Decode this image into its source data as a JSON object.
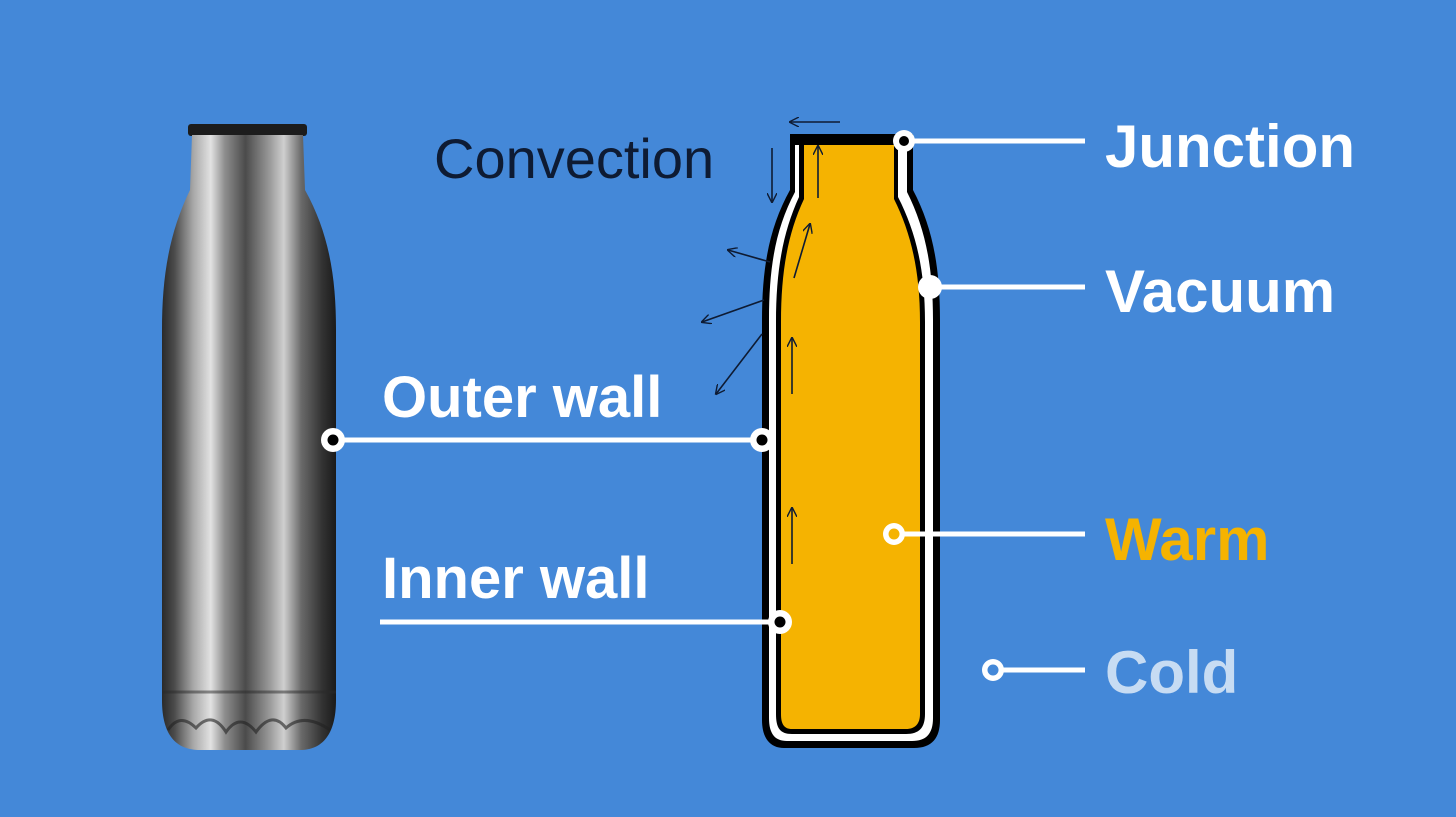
{
  "labels": {
    "convection": "Convection",
    "junction": "Junction",
    "vacuum": "Vacuum",
    "outer_wall": "Outer wall",
    "inner_wall": "Inner wall",
    "warm": "Warm",
    "cold": "Cold"
  },
  "colors": {
    "background": "#4488d8",
    "warm_fluid": "#f5b301",
    "cold_label": "#c7dcf3",
    "lines": "#ffffff",
    "outline": "#000000"
  },
  "icons": {
    "bottle_photo": "steel-bottle-icon",
    "cross_section": "bottle-cross-section"
  }
}
